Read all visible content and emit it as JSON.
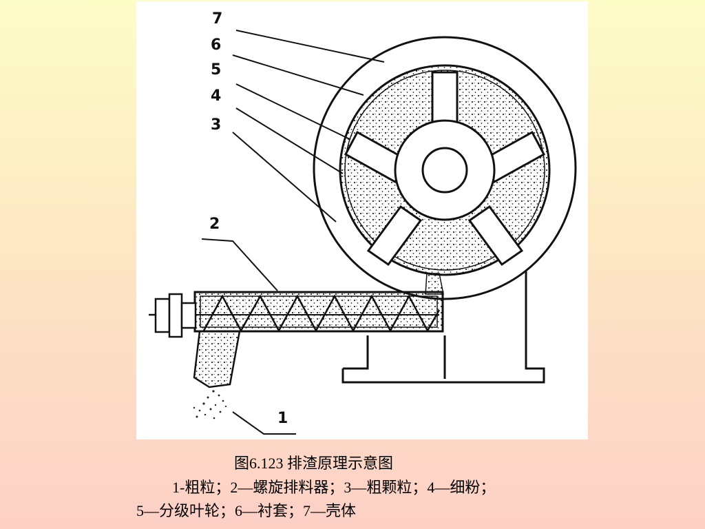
{
  "figure": {
    "part_numbers": [
      "7",
      "6",
      "5",
      "4",
      "3",
      "2",
      "1"
    ]
  },
  "caption": {
    "title": "图6.123 排渣原理示意图",
    "line1": "1-粗粒；2—螺旋排料器；3—粗颗粒；4—细粉；",
    "line2": "5—分级叶轮；6—衬套；7—壳体"
  },
  "colors": {
    "background_top": "#fdfdc8",
    "background_bottom": "#fdd0c6",
    "ink": "#111111"
  }
}
